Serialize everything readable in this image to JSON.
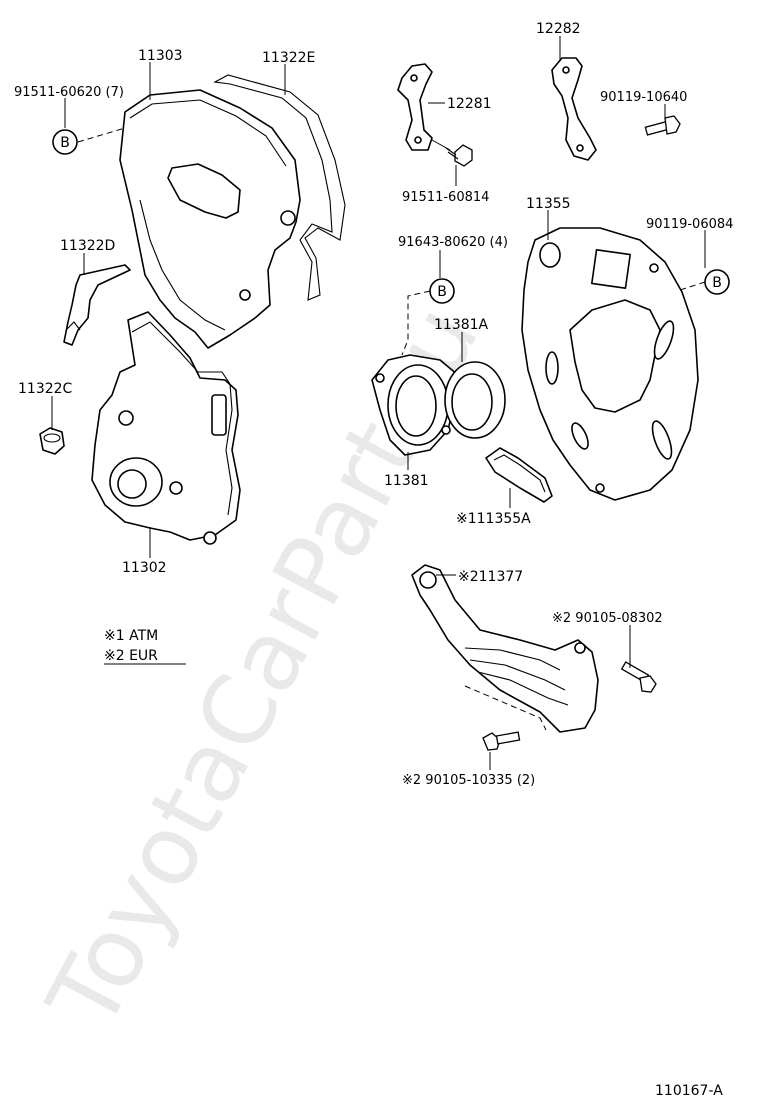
{
  "watermark": "ToyotaCarPart.ru",
  "diagram_id": "110167-A",
  "legend": {
    "note1": "※1  ATM",
    "note2": "※2  EUR"
  },
  "labels": {
    "p11303": "11303",
    "p11322E": "11322E",
    "p91511_60620": "91511-60620 (7)",
    "marker_b1": "B",
    "p11322D": "11322D",
    "p11322C": "11322C",
    "p11302": "11302",
    "p12281": "12281",
    "p91511_60814": "91511-60814",
    "p12282": "12282",
    "p90119_10640": "90119-10640",
    "p11355": "11355",
    "p90119_06084": "90119-06084",
    "marker_b3": "B",
    "p91643_80620": "91643-80620 (4)",
    "marker_b2": "B",
    "p11381A": "11381A",
    "p11381": "11381",
    "p111355A": "※111355A",
    "p211377": "※211377",
    "p90105_08302": "※2 90105-08302",
    "p90105_10335": "※2 90105-10335 (2)"
  }
}
